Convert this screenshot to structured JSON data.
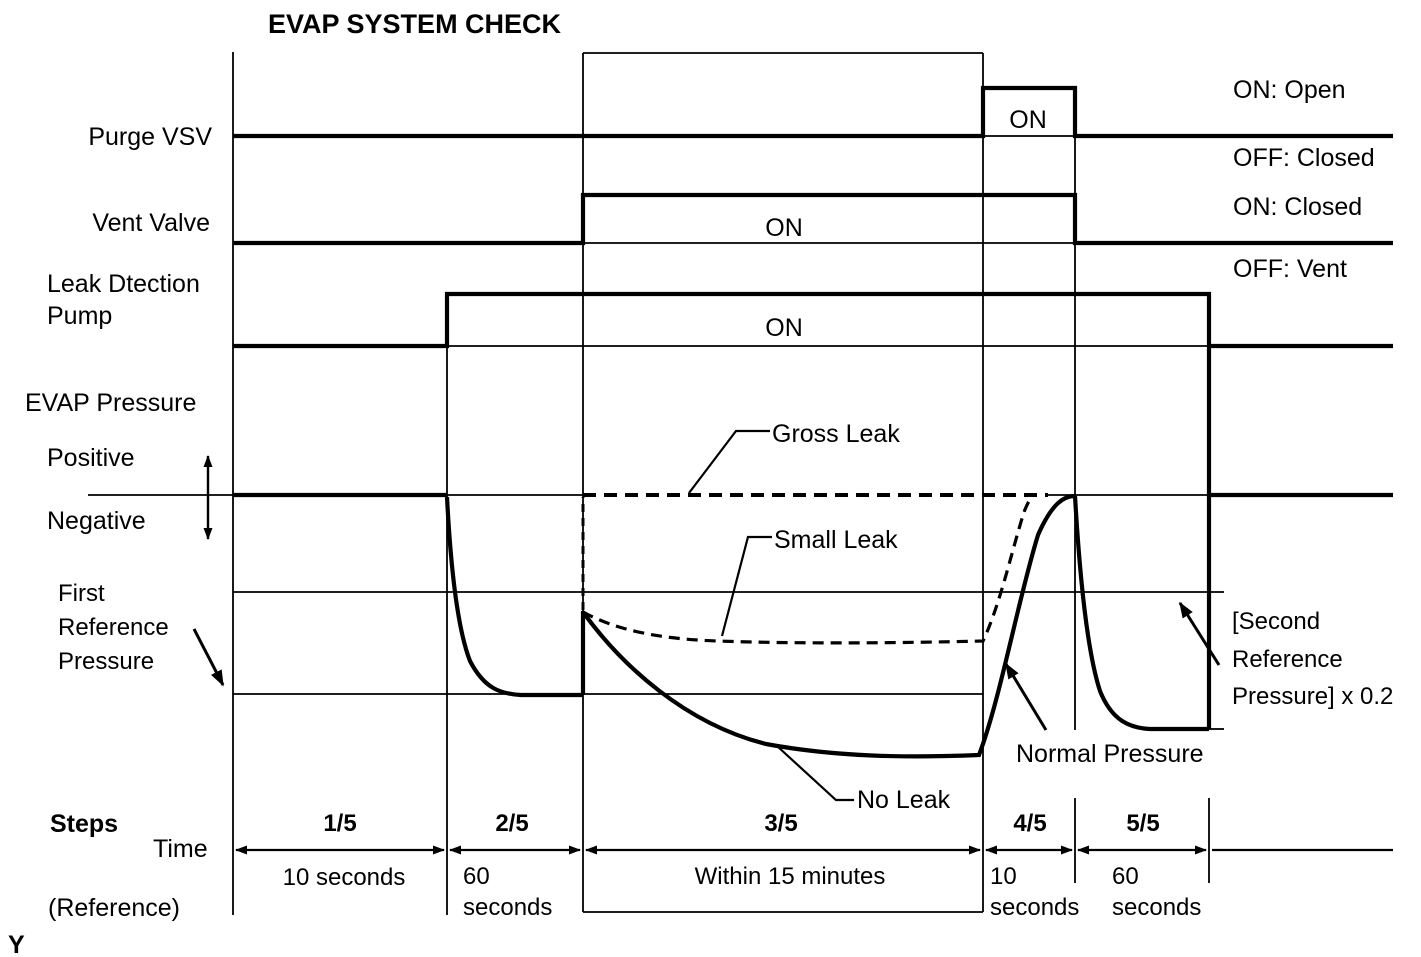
{
  "title": "EVAP SYSTEM CHECK",
  "signals": {
    "purge_vsv": {
      "label": "Purge VSV",
      "pulse_label": "ON",
      "legend_on": "ON: Open",
      "legend_off": "OFF: Closed"
    },
    "vent_valve": {
      "label": "Vent Valve",
      "pulse_label": "ON",
      "legend_on": "ON: Closed",
      "legend_off": "OFF: Vent"
    },
    "leak_detection_pump": {
      "label_line1": "Leak Dtection",
      "label_line2": "Pump",
      "pulse_label": "ON"
    }
  },
  "pressure": {
    "section_label": "EVAP Pressure",
    "positive_label": "Positive",
    "negative_label": "Negative",
    "first_reference": {
      "line1": "First",
      "line2": "Reference",
      "line3": "Pressure"
    },
    "second_reference": {
      "line1": "[Second",
      "line2": "Reference",
      "line3": "Pressure] x 0.2"
    },
    "gross_leak_label": "Gross Leak",
    "small_leak_label": "Small Leak",
    "no_leak_label": "No Leak",
    "normal_pressure_label": "Normal Pressure"
  },
  "steps": {
    "heading": "Steps",
    "time_heading": "Time",
    "reference_note": "(Reference)",
    "items": [
      {
        "step": "1/5",
        "time": "10 seconds",
        "time_line2": ""
      },
      {
        "step": "2/5",
        "time": "60",
        "time_line2": "seconds"
      },
      {
        "step": "3/5",
        "time": "Within 15 minutes",
        "time_line2": ""
      },
      {
        "step": "4/5",
        "time": "10",
        "time_line2": "seconds"
      },
      {
        "step": "5/5",
        "time": "60",
        "time_line2": "seconds"
      }
    ]
  },
  "footer_mark": "Y",
  "colors": {
    "ink": "#000000",
    "background": "#ffffff"
  }
}
